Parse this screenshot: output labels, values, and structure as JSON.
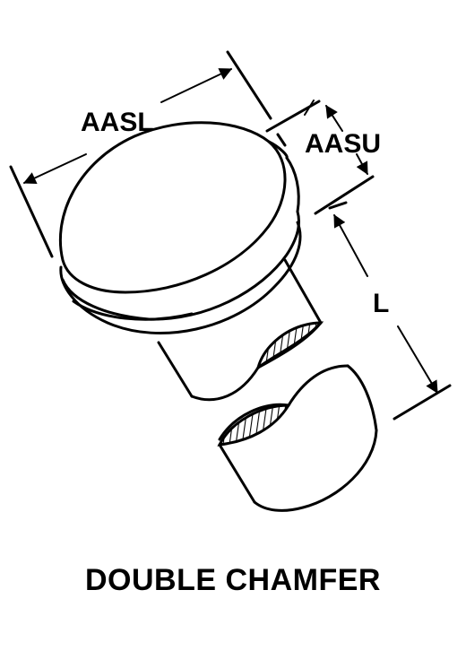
{
  "labels": {
    "aasl": "AASL",
    "aasu": "AASU",
    "length": "L"
  },
  "caption": "DOUBLE CHAMFER",
  "colors": {
    "ink": "#000000",
    "background": "#ffffff"
  }
}
